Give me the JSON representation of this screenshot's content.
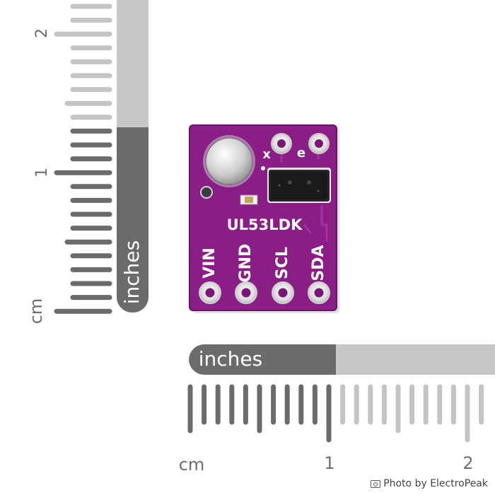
{
  "vertical_ruler": {
    "unit_label": "cm",
    "inch_label": "inches",
    "tick_labels": [
      "2",
      "1"
    ]
  },
  "horizontal_ruler": {
    "unit_label": "cm",
    "inch_label": "inches",
    "tick_labels": [
      "1",
      "2"
    ]
  },
  "board": {
    "color": "#8a1d86",
    "chip_label": "UL53LDK",
    "small_labels": [
      "x",
      "e"
    ],
    "pins": [
      "VIN",
      "GND",
      "SCL",
      "SDA"
    ]
  },
  "credit": {
    "text": "Photo by ElectroPeak",
    "icon": "camera-icon"
  }
}
